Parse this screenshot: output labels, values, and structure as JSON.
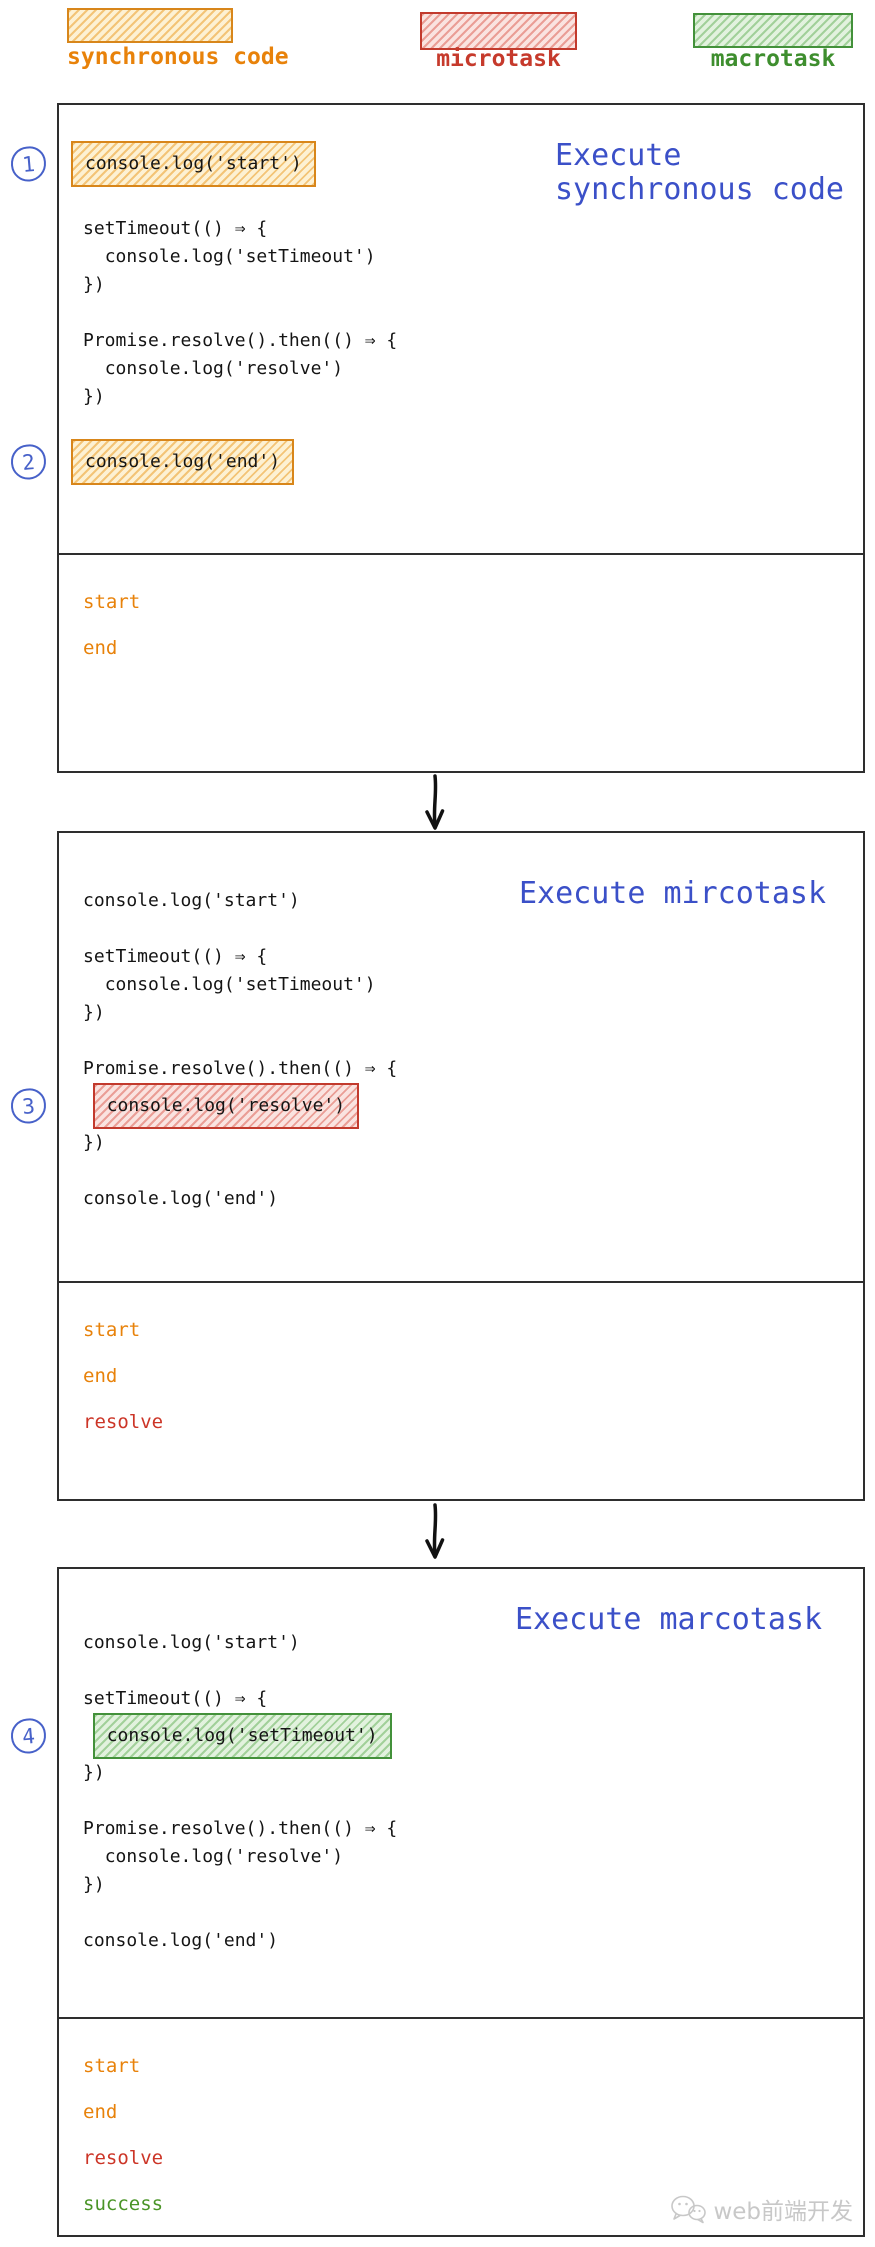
{
  "legend": {
    "items": [
      {
        "type": "sync",
        "label": "synchronous code",
        "color": "#e8820a"
      },
      {
        "type": "micro",
        "label": "microtask",
        "color": "#c63a2c"
      },
      {
        "type": "macro",
        "label": "macrotask",
        "color": "#3e8e2e"
      }
    ]
  },
  "colors": {
    "sync": "#e8820a",
    "micro": "#cc3527",
    "macro": "#4a9427",
    "heading": "#3b50c8",
    "step_badge": "#4761c9",
    "panel_border": "#2e2e2e"
  },
  "panels": [
    {
      "heading_lines": [
        "Execute",
        "synchronous code"
      ],
      "code": [
        {
          "t": "console.log('start')",
          "hl": "sync",
          "step": "1"
        },
        {
          "t": ""
        },
        {
          "t": "setTimeout(() ⇒ {"
        },
        {
          "pre": "  ",
          "t": "console.log('setTimeout')"
        },
        {
          "t": "})"
        },
        {
          "t": ""
        },
        {
          "t": "Promise.resolve().then(() ⇒ {"
        },
        {
          "pre": "  ",
          "t": "console.log('resolve')"
        },
        {
          "t": "})"
        },
        {
          "t": ""
        },
        {
          "t": "console.log('end')",
          "hl": "sync",
          "step": "2"
        }
      ],
      "output": [
        {
          "t": "start",
          "c": "sync"
        },
        {
          "t": "end",
          "c": "sync"
        }
      ]
    },
    {
      "heading_lines": [
        "Execute mircotask"
      ],
      "code": [
        {
          "t": "console.log('start')"
        },
        {
          "t": ""
        },
        {
          "t": "setTimeout(() ⇒ {"
        },
        {
          "pre": "  ",
          "t": "console.log('setTimeout')"
        },
        {
          "t": "})"
        },
        {
          "t": ""
        },
        {
          "t": "Promise.resolve().then(() ⇒ {"
        },
        {
          "pre": "  ",
          "t": "console.log('resolve')",
          "hl": "micro",
          "step": "3"
        },
        {
          "t": "})"
        },
        {
          "t": ""
        },
        {
          "t": "console.log('end')"
        }
      ],
      "output": [
        {
          "t": "start",
          "c": "sync"
        },
        {
          "t": "end",
          "c": "sync"
        },
        {
          "t": "resolve",
          "c": "micro"
        }
      ]
    },
    {
      "heading_lines": [
        "Execute marcotask"
      ],
      "code": [
        {
          "t": "console.log('start')"
        },
        {
          "t": ""
        },
        {
          "t": "setTimeout(() ⇒ {"
        },
        {
          "pre": "  ",
          "t": "console.log('setTimeout')",
          "hl": "macro",
          "step": "4"
        },
        {
          "t": "})"
        },
        {
          "t": ""
        },
        {
          "t": "Promise.resolve().then(() ⇒ {"
        },
        {
          "pre": "  ",
          "t": "console.log('resolve')"
        },
        {
          "t": "})"
        },
        {
          "t": ""
        },
        {
          "t": "console.log('end')"
        }
      ],
      "output": [
        {
          "t": "start",
          "c": "sync"
        },
        {
          "t": "end",
          "c": "sync"
        },
        {
          "t": "resolve",
          "c": "micro"
        },
        {
          "t": "success",
          "c": "macro"
        }
      ]
    }
  ],
  "watermark": {
    "text": "web前端开发"
  }
}
